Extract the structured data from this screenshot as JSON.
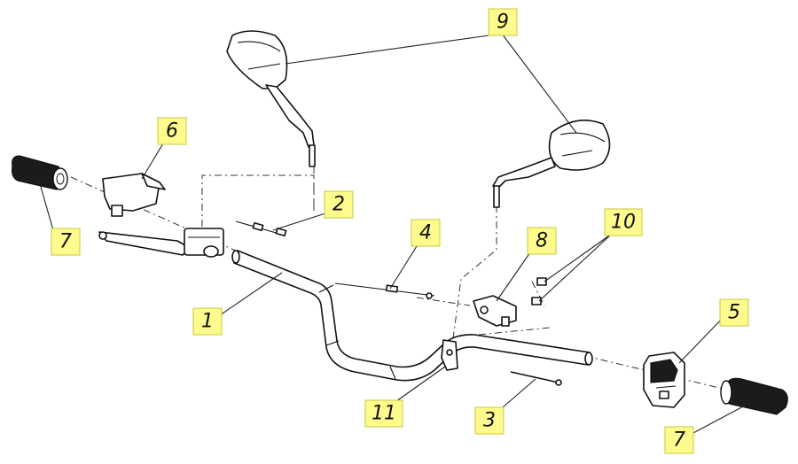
{
  "callouts": [
    {
      "id": "c9",
      "label": "9"
    },
    {
      "id": "c6",
      "label": "6"
    },
    {
      "id": "c2",
      "label": "2"
    },
    {
      "id": "c4",
      "label": "4"
    },
    {
      "id": "c8",
      "label": "8"
    },
    {
      "id": "c10",
      "label": "10"
    },
    {
      "id": "c7a",
      "label": "7"
    },
    {
      "id": "c1",
      "label": "1"
    },
    {
      "id": "c5",
      "label": "5"
    },
    {
      "id": "c11",
      "label": "11"
    },
    {
      "id": "c3",
      "label": "3"
    },
    {
      "id": "c7b",
      "label": "7"
    }
  ],
  "colors": {
    "callout_fill": "#fdfb8e",
    "line": "#111111",
    "background": "#ffffff"
  }
}
